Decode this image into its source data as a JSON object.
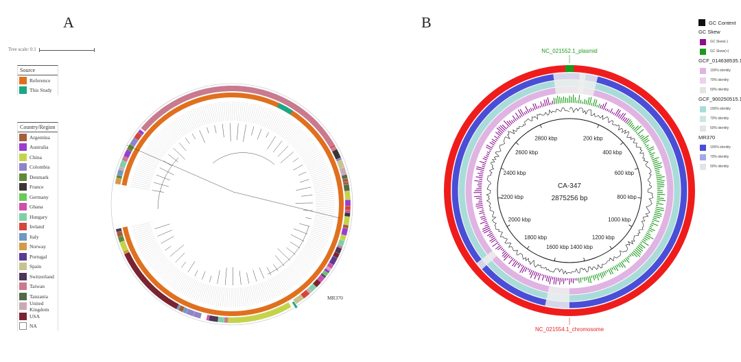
{
  "panel_a": {
    "letter": "A",
    "tree_scale_label": "Tree scale: 0.1",
    "highlight_label": "MR370",
    "source_legend": {
      "title": "Source",
      "items": [
        {
          "label": "Reference",
          "color": "#e0701e"
        },
        {
          "label": "This Study",
          "color": "#1aa884"
        }
      ]
    },
    "country_legend": {
      "title": "Country/Region",
      "items": [
        {
          "label": "Argentina",
          "color": "#a35f3c"
        },
        {
          "label": "Australia",
          "color": "#9a3fcc"
        },
        {
          "label": "China",
          "color": "#c4d44a"
        },
        {
          "label": "Colombia",
          "color": "#8f84c9"
        },
        {
          "label": "Denmark",
          "color": "#5e8a3b"
        },
        {
          "label": "France",
          "color": "#3b3636"
        },
        {
          "label": "Germany",
          "color": "#6ac95b"
        },
        {
          "label": "Ghana",
          "color": "#cf4fa8"
        },
        {
          "label": "Hungary",
          "color": "#7fcfa9"
        },
        {
          "label": "Ireland",
          "color": "#d4473c"
        },
        {
          "label": "Italy",
          "color": "#6f98c2"
        },
        {
          "label": "Norway",
          "color": "#d39a48"
        },
        {
          "label": "Portugal",
          "color": "#5a3c93"
        },
        {
          "label": "Spain",
          "color": "#c7c38f"
        },
        {
          "label": "Switzerland",
          "color": "#4b3858"
        },
        {
          "label": "Taiwan",
          "color": "#c97a8f"
        },
        {
          "label": "Tanzania",
          "color": "#546a4a"
        },
        {
          "label": "United Kingdom",
          "color": "#c9a9b5"
        },
        {
          "label": "USA",
          "color": "#7a2432"
        },
        {
          "label": "NA",
          "color": "#ffffff"
        }
      ]
    }
  },
  "panel_b": {
    "letter": "B",
    "center_title": "CA-347",
    "center_length": "2875256 bp",
    "plasmid_label": "NC_021552.1_plasmid",
    "chromosome_label": "NC_021554.1_chromosome",
    "colors": {
      "gc_content": "#111111",
      "gc_skew_neg": "#8a0f8f",
      "gc_skew_pos": "#1a9a1a",
      "ring_outer": "#ef1c1c",
      "ring_mr370": "#4a4ed6",
      "ring_gcf900": "#a9dcd9",
      "ring_gcf014": "#e0b4e2",
      "plasmid_text": "#1a9a1a",
      "chromosome_text": "#e61e1e"
    },
    "ticks": [
      "200 kbp",
      "400 kbp",
      "600 kbp",
      "800 kbp",
      "1000 kbp",
      "1200 kbp",
      "1400 kbp",
      "1600 kbp",
      "1800 kbp",
      "2000 kbp",
      "2200 kbp",
      "2400 kbp",
      "2600 kbp",
      "2800 kbp"
    ],
    "legend": {
      "gc_content": "GC Content",
      "gc_skew_title": "GC Skew",
      "gc_skew_neg": "GC Skew(-)",
      "gc_skew_pos": "GC Skew(+)",
      "groups": [
        {
          "title": "GCF_014638535.1",
          "rows": [
            {
              "label": "100% identity",
              "color": "#e0b4e2"
            },
            {
              "label": "70% identity",
              "color": "#ecd0ee"
            },
            {
              "label": "50% identity",
              "color": "#e4e4e4"
            }
          ]
        },
        {
          "title": "GCF_900250515.1",
          "rows": [
            {
              "label": "100% identity",
              "color": "#a9dcd9"
            },
            {
              "label": "70% identity",
              "color": "#cbe7e4"
            },
            {
              "label": "50% identity",
              "color": "#e4e4e4"
            }
          ]
        },
        {
          "title": "MR370",
          "rows": [
            {
              "label": "100% identity",
              "color": "#4a4ed6"
            },
            {
              "label": "70% identity",
              "color": "#a6a8e6"
            },
            {
              "label": "50% identity",
              "color": "#e4e4e4"
            }
          ]
        }
      ]
    }
  }
}
